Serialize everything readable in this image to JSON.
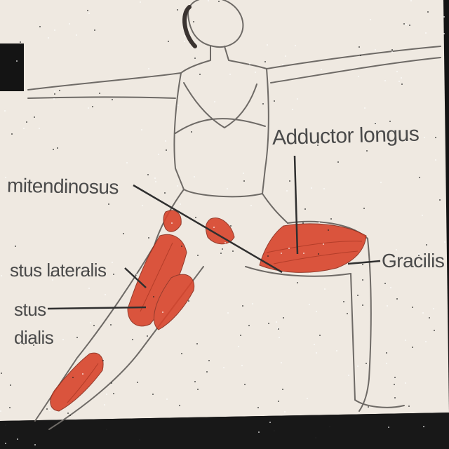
{
  "labels": {
    "adductor_longus": "Adductor longus",
    "semitendinosus": "mitendinosus",
    "gracilis": "Gracilis",
    "vastus_lateralis": "stus lateralis",
    "vastus_medialis_line1": "stus",
    "vastus_medialis_line2": "dialis"
  },
  "colors": {
    "paper": "#efe9e1",
    "background": "#141414",
    "muscle": "#d8442c",
    "outline": "#6e6a66",
    "text": "#4a4a4a"
  }
}
